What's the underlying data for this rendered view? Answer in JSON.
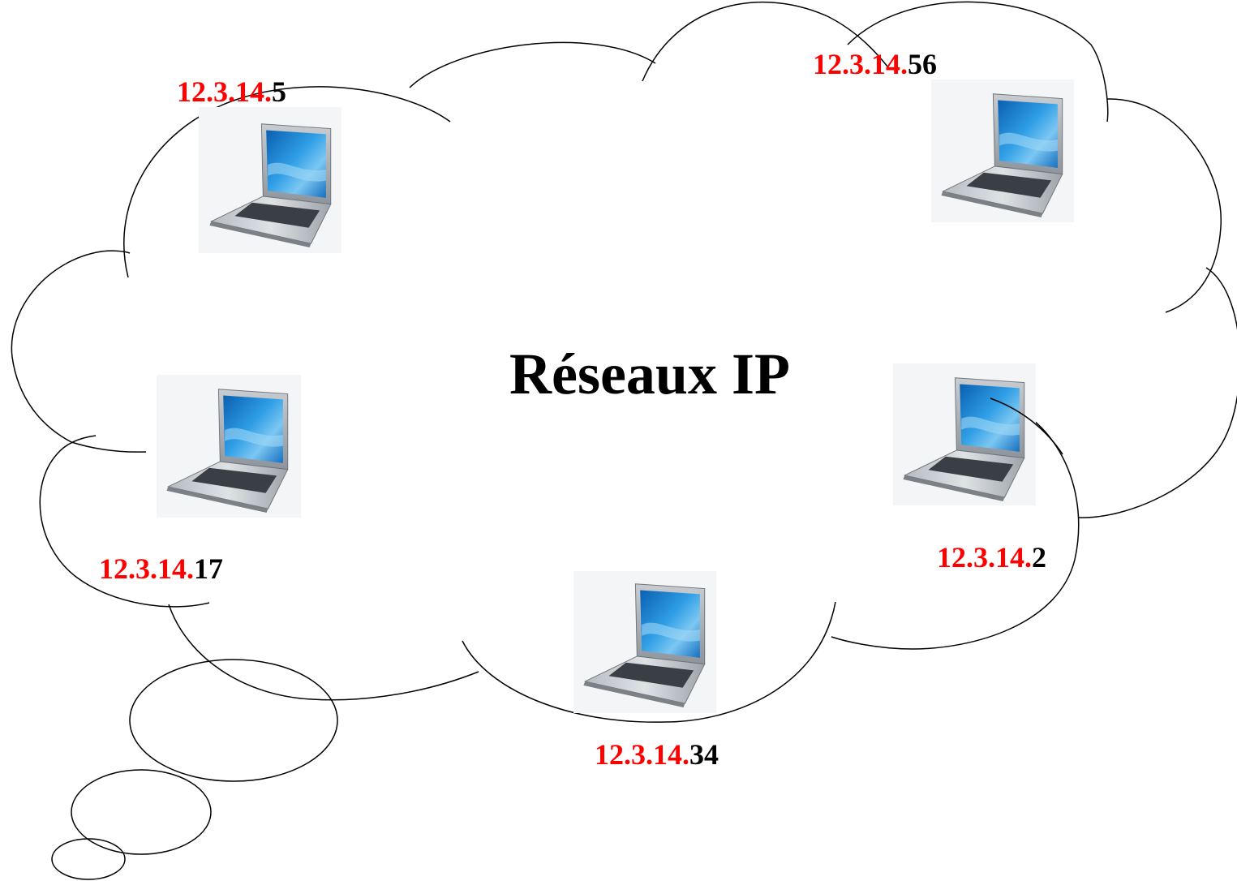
{
  "title": "Réseaux IP",
  "colors": {
    "prefix": "#ff0000",
    "host": "#000000",
    "outline": "#000000"
  },
  "nodes": [
    {
      "id": "node-1",
      "icon": "laptop-icon",
      "prefix": "12.3.14.",
      "host": "5"
    },
    {
      "id": "node-2",
      "icon": "laptop-icon",
      "prefix": "12.3.14.",
      "host": "56"
    },
    {
      "id": "node-3",
      "icon": "laptop-icon",
      "prefix": "12.3.14.",
      "host": "17"
    },
    {
      "id": "node-4",
      "icon": "laptop-icon",
      "prefix": "12.3.14.",
      "host": "2"
    },
    {
      "id": "node-5",
      "icon": "laptop-icon",
      "prefix": "12.3.14.",
      "host": "34"
    }
  ]
}
